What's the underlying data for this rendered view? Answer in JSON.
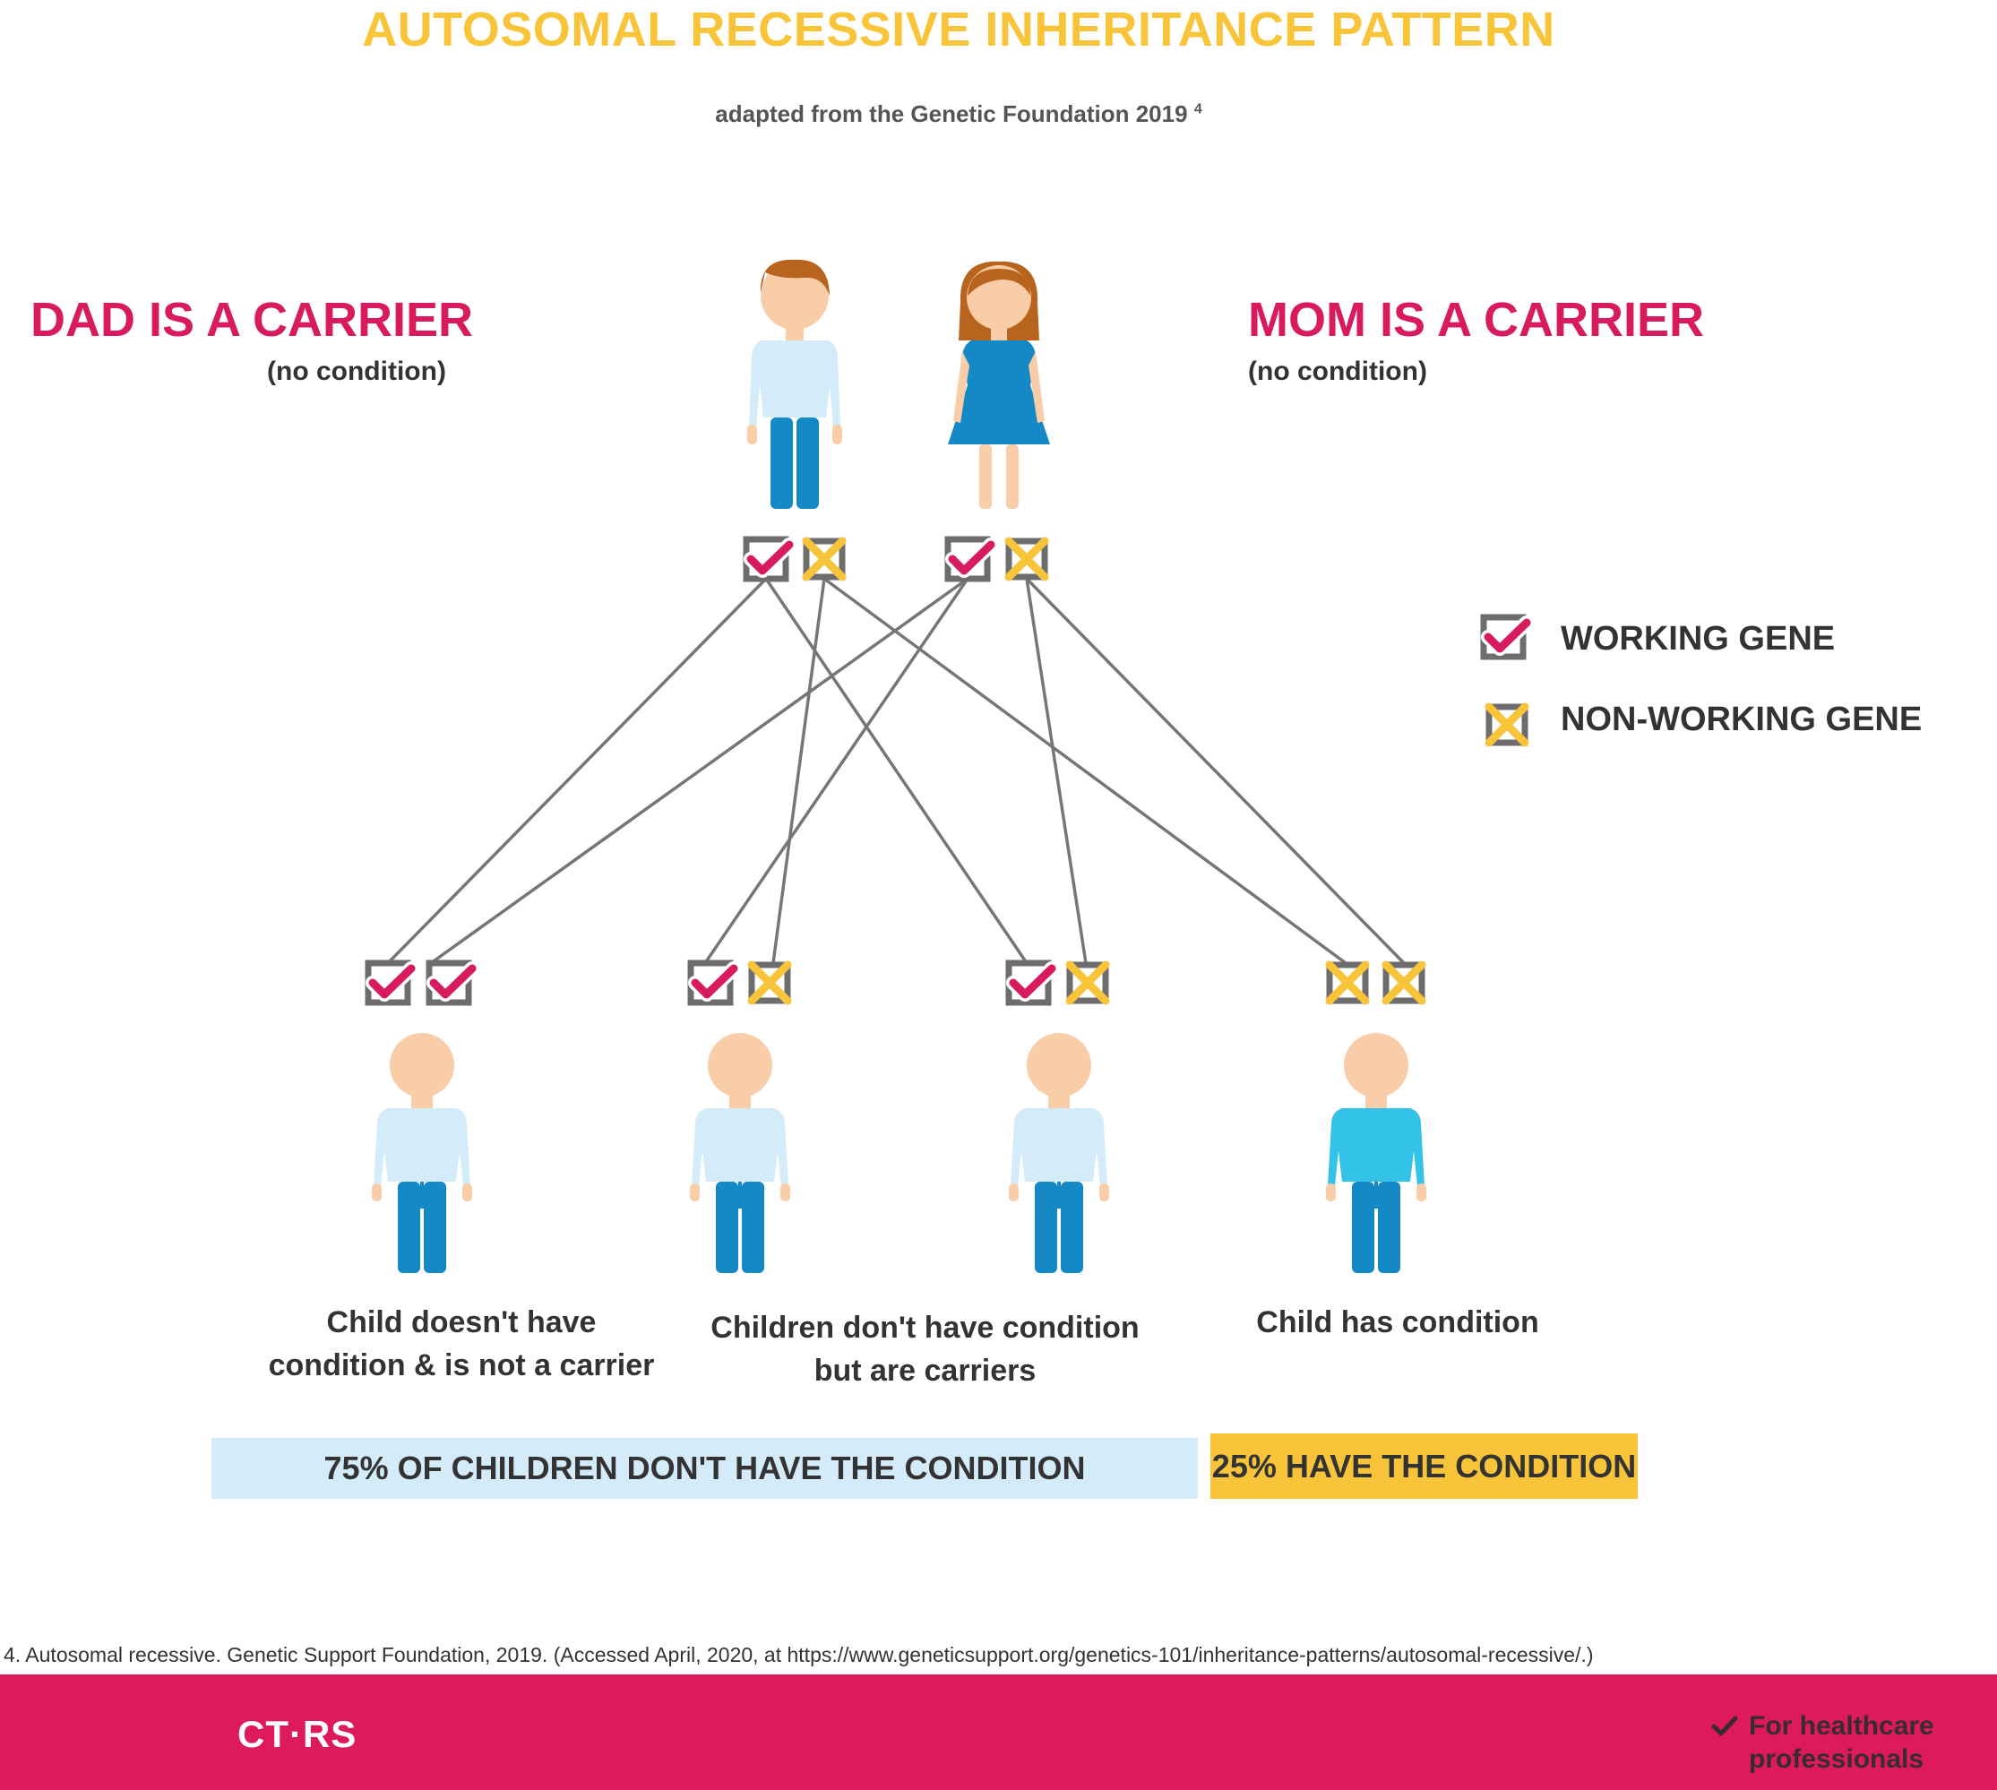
{
  "title": "AUTOSOMAL RECESSIVE INHERITANCE PATTERN",
  "subtitle": "adapted from the Genetic Foundation 2019",
  "subtitle_ref": "4",
  "dad": {
    "heading": "DAD IS A CARRIER",
    "sub": "(no condition)"
  },
  "mom": {
    "heading": "MOM IS A CARRIER",
    "sub": "(no condition)"
  },
  "legend": {
    "working": "WORKING GENE",
    "nonworking": "NON-WORKING GENE"
  },
  "children": [
    {
      "genes": [
        "working",
        "working"
      ]
    },
    {
      "genes": [
        "working",
        "nonworking"
      ]
    },
    {
      "genes": [
        "working",
        "nonworking"
      ]
    },
    {
      "genes": [
        "nonworking",
        "nonworking"
      ]
    }
  ],
  "captions": {
    "group1": [
      "Child doesn't have",
      "condition & is not a carrier"
    ],
    "group2": [
      "Children don't have condition",
      "but are carriers"
    ],
    "group3": [
      "Child has condition"
    ]
  },
  "bars": {
    "unaffected": "75% OF CHILDREN DON'T HAVE THE CONDITION",
    "affected": "25% HAVE THE CONDITION"
  },
  "footnote": "4. Autosomal recessive. Genetic Support Foundation, 2019. (Accessed April, 2020, at https://www.geneticsupport.org/genetics-101/inheritance-patterns/autosomal-recessive/.)",
  "footer": {
    "brand": "CT·RS",
    "badge_line1": "For healthcare",
    "badge_line2": "professionals"
  },
  "colors": {
    "title": "#f8c53a",
    "accent": "#d81b5f",
    "working_check": "#d81b5f",
    "nonworking_x": "#f8c53a",
    "box": "#6d6d6d",
    "unaffected_bar": "#d4ecf9",
    "affected_bar": "#f8c53a",
    "footer": "#dc1a5c"
  }
}
